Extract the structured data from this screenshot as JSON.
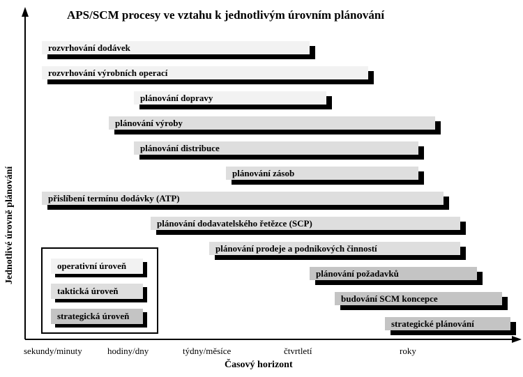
{
  "title": "APS/SCM procesy ve vztahu k jednotlivým úrovním plánování",
  "xlabel": "Časový horizont",
  "ylabel": "Jednotlivé úrovně plánování",
  "x_ticks": [
    "sekundy/minuty",
    "hodiny/dny",
    "týdny/měsíce",
    "čtvrtletí",
    "roky"
  ],
  "processes": [
    {
      "label": "rozvrhování dodávek",
      "level": "operativní"
    },
    {
      "label": "rozvrhování výrobních operací",
      "level": "operativní"
    },
    {
      "label": "plánování dopravy",
      "level": "operativní"
    },
    {
      "label": "plánování výroby",
      "level": "taktická"
    },
    {
      "label": "plánování distribuce",
      "level": "taktická"
    },
    {
      "label": "plánování zásob",
      "level": "taktická"
    },
    {
      "label": "přislíbení termínu dodávky (ATP)",
      "level": "taktická"
    },
    {
      "label": "plánování dodavatelského řetězce (SCP)",
      "level": "taktická"
    },
    {
      "label": "plánování prodeje a podnikových činností",
      "level": "taktická"
    },
    {
      "label": "plánování požadavků",
      "level": "strategická"
    },
    {
      "label": "budování SCM koncepce",
      "level": "strategická"
    },
    {
      "label": "strategické plánování",
      "level": "strategická"
    }
  ],
  "legend": [
    {
      "label": "operativní úroveň",
      "color": "#f2f2f2"
    },
    {
      "label": "taktická úroveň",
      "color": "#dedede"
    },
    {
      "label": "strategická úroveň",
      "color": "#c4c4c4"
    }
  ]
}
